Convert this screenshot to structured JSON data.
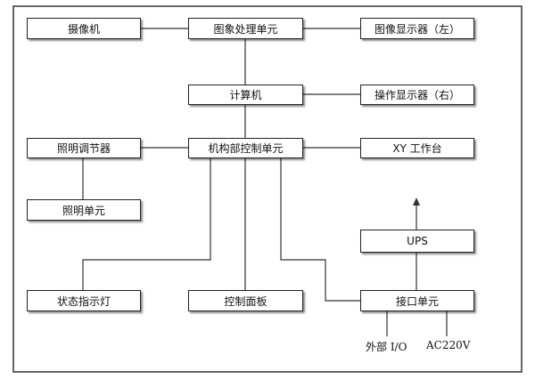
{
  "boxes": {
    "camera": "摄像机",
    "image_processing_unit": "图象处理单元",
    "image_display_left": "图像显示器（左）",
    "computer": "计算机",
    "operation_display_right": "操作显示器（右）",
    "lighting_regulator": "照明调节器",
    "mechanism_control_unit": "机构部控制单元",
    "xy_stage": "XY 工作台",
    "lighting_unit": "照明单元",
    "ups": "UPS",
    "status_indicator": "状态指示灯",
    "control_panel": "控制面板",
    "interface_unit": "接口单元"
  },
  "labels": {
    "external_io": "外部 I/O",
    "ac220v": "AC220V"
  }
}
